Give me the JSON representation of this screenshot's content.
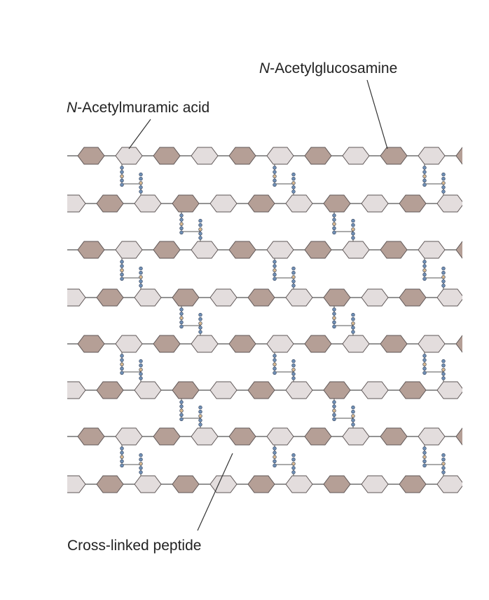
{
  "labels": {
    "nam": {
      "prefix": "N",
      "rest": "-Acetylmuramic acid"
    },
    "nag": {
      "prefix": "N",
      "rest": "-Acetylglucosamine"
    },
    "peptide": "Cross-linked peptide"
  },
  "colors": {
    "background": "#ffffff",
    "nam_fill": "#e3dddd",
    "nag_fill": "#b59f96",
    "sugar_stroke": "#5e5656",
    "chain_line": "#555555",
    "peptide_blue": "#6f8fb5",
    "peptide_tan": "#d8b88e",
    "leader_line": "#333333"
  }
}
